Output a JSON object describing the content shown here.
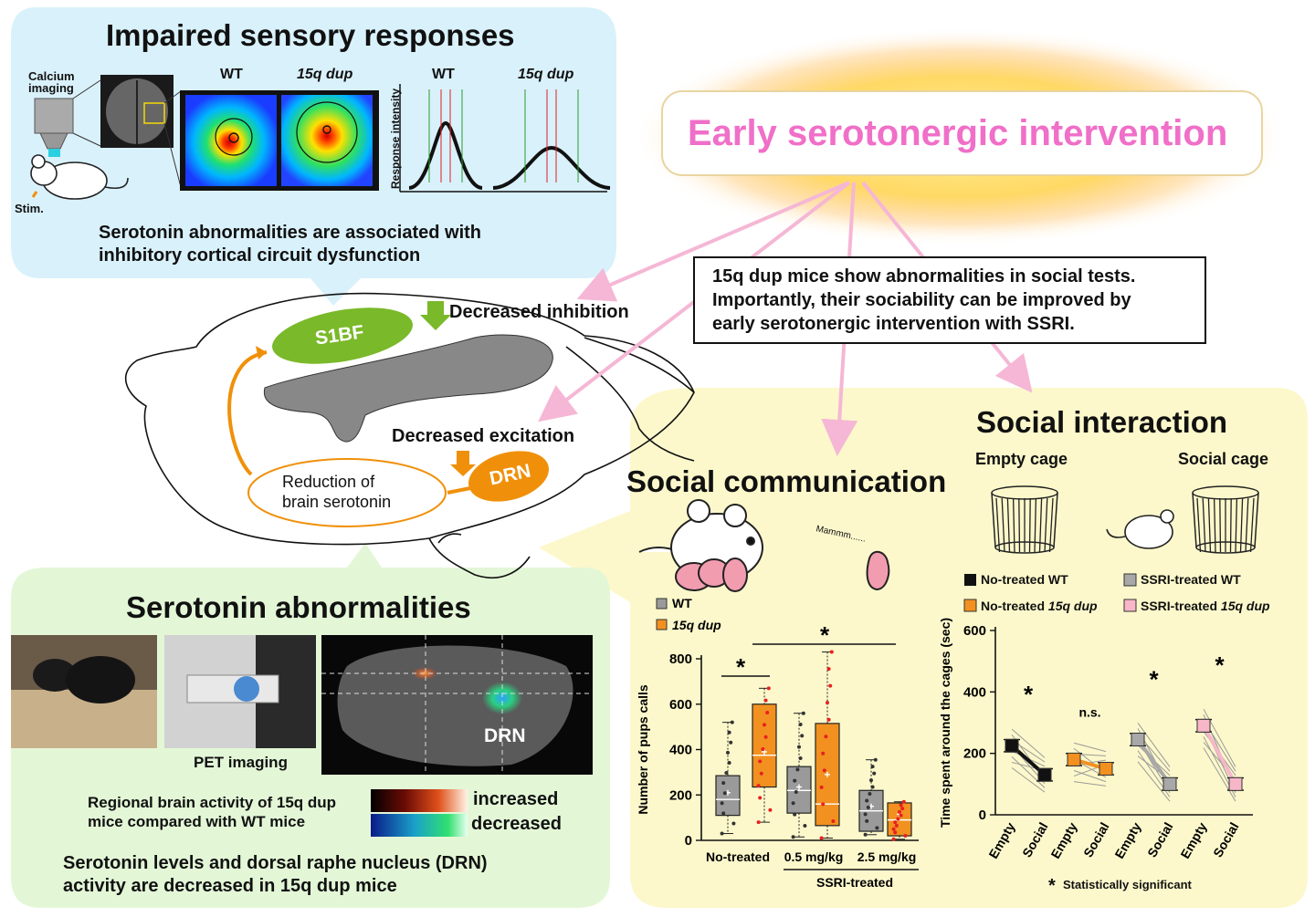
{
  "sensory": {
    "title": "Impaired sensory responses",
    "calcium_label_1": "Calcium",
    "calcium_label_2": "imaging",
    "stim_label": "Stim.",
    "map_wt": "WT",
    "map_dup": "15q dup",
    "curve_wt": "WT",
    "curve_dup": "15q dup",
    "response_axis": "Response intensity",
    "caption_1": "Serotonin abnormalities are associated with",
    "caption_2": "inhibitory cortical circuit dysfunction"
  },
  "intervention": {
    "title": "Early serotonergic intervention"
  },
  "summary": {
    "line_1": "15q dup mice show abnormalities in social tests.",
    "line_2": "Importantly, their sociability can be improved by",
    "line_3": "early serotonergic intervention with SSRI."
  },
  "brain": {
    "s1bf": "S1BF",
    "decreased_inhibition": "Decreased inhibition",
    "decreased_excitation": "Decreased excitation",
    "drn": "DRN",
    "reduction_1": "Reduction of",
    "reduction_2": "brain serotonin"
  },
  "serotonin": {
    "title": "Serotonin abnormalities",
    "pet_label": "PET imaging",
    "drn_label": "DRN",
    "activity_1": "Regional brain activity of 15q dup",
    "activity_2": "mice compared with WT mice",
    "increased": "increased",
    "decreased": "decreased",
    "caption_1": "Serotonin levels and dorsal raphe nucleus (DRN)",
    "caption_2": "activity are decreased in 15q dup mice"
  },
  "social_comm": {
    "title": "Social communication",
    "mammm": "Mammm......"
  },
  "social_int": {
    "title": "Social interaction",
    "empty_cage": "Empty cage",
    "social_cage": "Social cage",
    "legend_1": "No-treated WT",
    "legend_2": "SSRI-treated WT",
    "legend_3a": "No-treated ",
    "legend_3b": "15q dup",
    "legend_4a": "SSRI-treated ",
    "legend_4b": "15q dup",
    "footnote": "Statistically significant"
  },
  "colors": {
    "blue_panel": "#d9f1fb",
    "yellow_panel": "#fcf8cb",
    "green_panel": "#e3f7d7",
    "pink_title": "#f06fc8",
    "s1bf_green": "#7ab929",
    "orange": "#f0900a",
    "arrow_pink": "#f5b7d5",
    "wt_gray": "#9a9a9a",
    "dup_orange": "#f29120",
    "ssri_wt_gray": "#a8a8a8",
    "ssri_dup_pink": "#f7b7c8"
  },
  "chart_data": [
    {
      "type": "box",
      "ylabel": "Number of pups calls",
      "ylim": [
        0,
        800
      ],
      "yticks": [
        0,
        200,
        400,
        600,
        800
      ],
      "legend": [
        "WT",
        "15q dup"
      ],
      "groups": [
        "No-treated",
        "0.5 mg/kg",
        "2.5 mg/kg"
      ],
      "group_super_label": "SSRI-treated",
      "series": [
        {
          "name": "WT",
          "boxes": [
            {
              "min": 30,
              "q1": 110,
              "median": 180,
              "q3": 285,
              "max": 520,
              "mean": 210
            },
            {
              "min": 15,
              "q1": 120,
              "median": 220,
              "q3": 325,
              "max": 560,
              "mean": 235
            },
            {
              "min": 25,
              "q1": 40,
              "median": 130,
              "q3": 220,
              "max": 355,
              "mean": 150
            }
          ]
        },
        {
          "name": "15q dup",
          "boxes": [
            {
              "min": 80,
              "q1": 235,
              "median": 375,
              "q3": 600,
              "max": 670,
              "mean": 390
            },
            {
              "min": 10,
              "q1": 65,
              "median": 160,
              "q3": 515,
              "max": 830,
              "mean": 290
            },
            {
              "min": 5,
              "q1": 20,
              "median": 90,
              "q3": 165,
              "max": 170,
              "mean": 115
            }
          ]
        }
      ],
      "significance": [
        "*",
        "*"
      ]
    },
    {
      "type": "line",
      "ylabel": "Time spent around the cages (sec)",
      "ylim": [
        0,
        600
      ],
      "yticks": [
        0,
        200,
        400,
        600
      ],
      "categories": [
        "Empty",
        "Social"
      ],
      "series": [
        {
          "name": "No-treated WT",
          "values": [
            225,
            130
          ],
          "sig": "*"
        },
        {
          "name": "No-treated 15q dup",
          "values": [
            180,
            150
          ],
          "sig": "n.s."
        },
        {
          "name": "SSRI-treated WT",
          "values": [
            245,
            100
          ],
          "sig": "*"
        },
        {
          "name": "SSRI-treated 15q dup",
          "values": [
            290,
            100
          ],
          "sig": "*"
        }
      ],
      "footnote_symbol": "*"
    }
  ]
}
